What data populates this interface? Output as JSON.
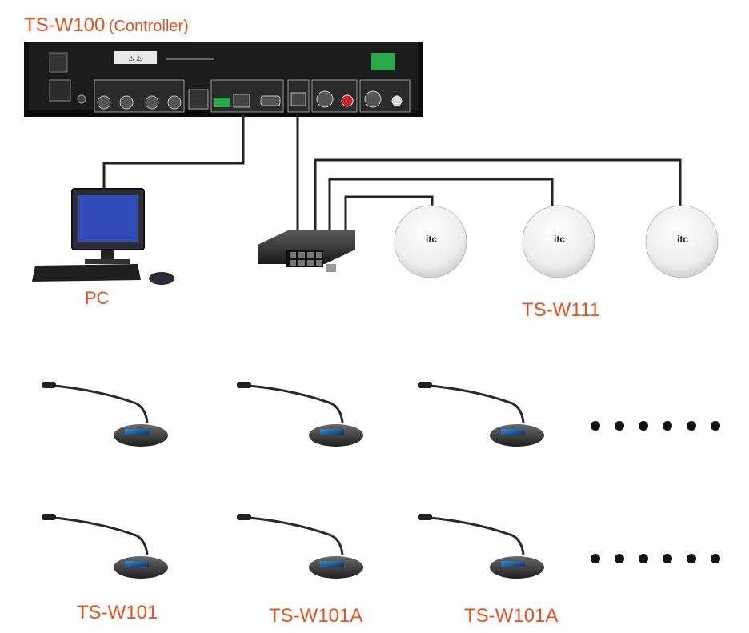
{
  "colors": {
    "label": "#e8501f",
    "wire": "#222222",
    "device": "#1a1a1a",
    "ap_body": "#f2f2f2"
  },
  "labels": {
    "controller_model": "TS-W100",
    "controller_suffix": "(Controller)",
    "pc": "PC",
    "access_point": "TS-W111",
    "chairman_unit": "TS-W101",
    "delegate_unit_1": "TS-W101A",
    "delegate_unit_2": "TS-W101A"
  },
  "devices": {
    "controller": {
      "icon": "controller-rack-icon"
    },
    "pc": {
      "icon": "desktop-computer-icon"
    },
    "switch": {
      "icon": "network-switch-icon"
    },
    "access_points": {
      "icon": "wireless-access-point-icon",
      "count": 3
    },
    "conference_units": {
      "icon": "gooseneck-microphone-unit-icon",
      "rows": 2,
      "per_row": 3
    },
    "continuation": {
      "icon": "ellipsis-dots-icon",
      "dots_per_row": 6
    }
  }
}
